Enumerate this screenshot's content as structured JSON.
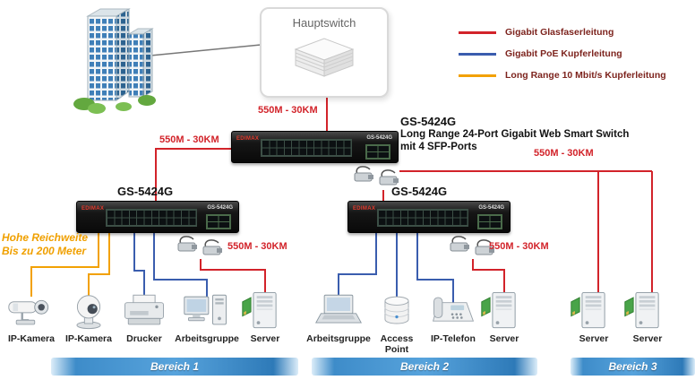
{
  "hauptswitch": {
    "label": "Hauptswitch"
  },
  "legend": {
    "items": [
      {
        "label": "Gigabit Glasfaserleitung",
        "color": "#d2232a"
      },
      {
        "label": "Gigabit PoE Kupferleitung",
        "color": "#3a5dae"
      },
      {
        "label": "Long Range 10 Mbit/s Kupferleitung",
        "color": "#f2a104"
      }
    ]
  },
  "switches": {
    "main": {
      "model": "GS-5424G",
      "description_line1": "Long Range 24-Port Gigabit Web Smart Switch",
      "description_line2": "mit 4 SFP-Ports"
    },
    "left": {
      "model": "GS-5424G"
    },
    "right": {
      "model": "GS-5424G"
    }
  },
  "switch_face": {
    "brand": "EDIMAX",
    "model": "GS-5424G"
  },
  "distance_label": "550M - 30KM",
  "range_note": {
    "line1": "Hohe Reichweite",
    "line2": "Bis zu 200 Meter"
  },
  "devices": [
    {
      "label": "IP-Kamera",
      "icon": "bullet-camera-icon"
    },
    {
      "label": "IP-Kamera",
      "icon": "dome-camera-icon"
    },
    {
      "label": "Drucker",
      "icon": "printer-icon"
    },
    {
      "label": "Arbeitsgruppe",
      "icon": "workstation-icon"
    },
    {
      "label": "Server",
      "icon": "server-icon"
    },
    {
      "label": "Arbeitsgruppe",
      "icon": "laptop-icon"
    },
    {
      "label": "Access Point",
      "icon": "access-point-icon"
    },
    {
      "label": "IP-Telefon",
      "icon": "ip-phone-icon"
    },
    {
      "label": "Server",
      "icon": "server-icon"
    },
    {
      "label": "Server",
      "icon": "server-icon"
    },
    {
      "label": "Server",
      "icon": "server-icon"
    }
  ],
  "zones": [
    {
      "label": "Bereich 1"
    },
    {
      "label": "Bereich 2"
    },
    {
      "label": "Bereich 3"
    }
  ],
  "colors": {
    "fiber": "#d2232a",
    "poe": "#3a5dae",
    "longrange": "#f2a104"
  }
}
